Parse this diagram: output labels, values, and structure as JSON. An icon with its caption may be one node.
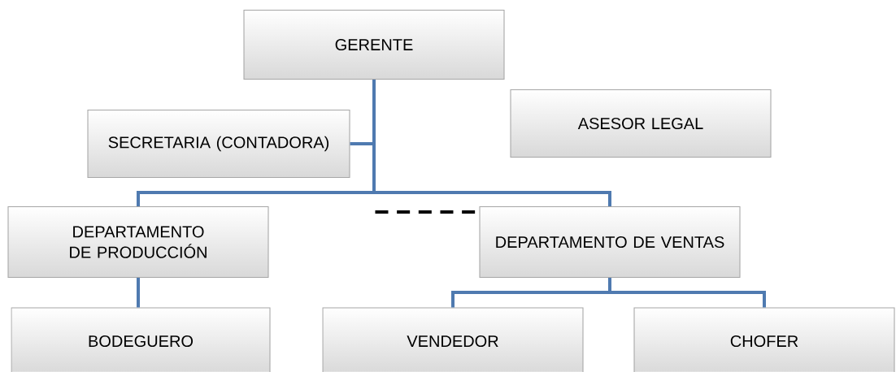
{
  "diagram": {
    "nodes": [
      {
        "text": [
          "GERENTE"
        ]
      },
      {
        "text": [
          "SECRETARIA (CONTADORA)"
        ]
      },
      {
        "text": [
          "ASESOR LEGAL"
        ]
      },
      {
        "text": [
          "DEPARTAMENTO DE PRODUCCIÓN"
        ]
      },
      {
        "text": [
          "DEPARTAMENTO DE VENTAS"
        ]
      },
      {
        "text": [
          "BODEGUERO"
        ]
      },
      {
        "text": [
          "VENDEDOR"
        ]
      },
      {
        "text": [
          "CHOFER"
        ]
      }
    ],
    "edges": [
      {
        "from": 0,
        "to": 1,
        "arrow": "none"
      },
      {
        "from": 0,
        "to": 3,
        "arrow": "none"
      },
      {
        "from": 0,
        "to": 4,
        "arrow": "none"
      },
      {
        "from": 3,
        "to": 5,
        "arrow": "none"
      },
      {
        "from": 4,
        "to": 6,
        "arrow": "none"
      },
      {
        "from": 4,
        "to": 7,
        "arrow": "none"
      },
      {
        "from": null,
        "to": 4,
        "arrow": "none",
        "style": "dashed",
        "color": "#000000"
      }
    ]
  }
}
